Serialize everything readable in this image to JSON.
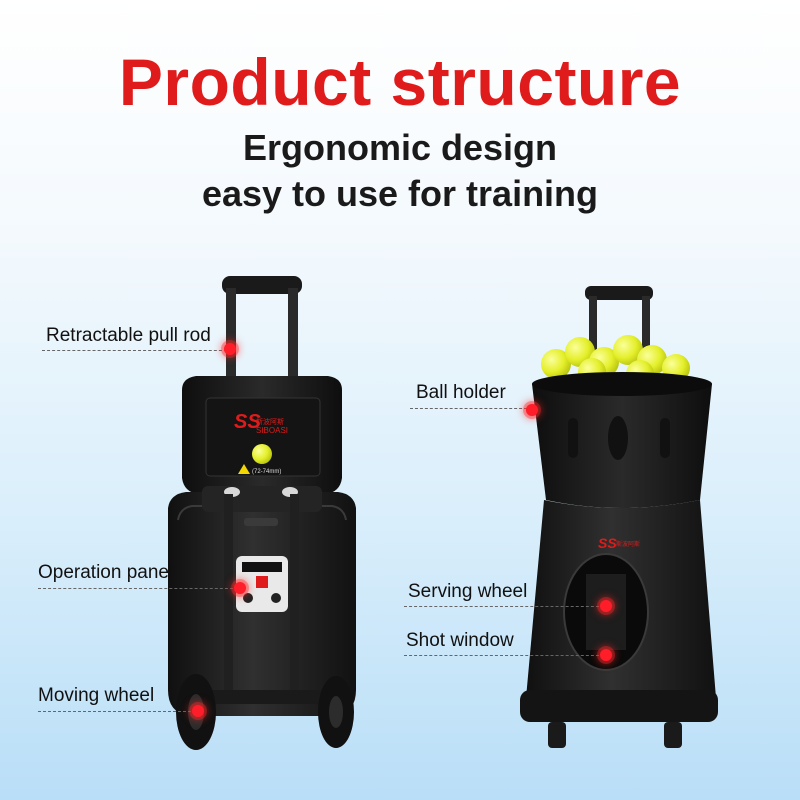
{
  "header": {
    "title": "Product structure",
    "subtitle_line1": "Ergonomic design",
    "subtitle_line2": "easy to use for training"
  },
  "labels": {
    "pull_rod": "Retractable pull rod",
    "operation_panel": "Operation panel",
    "moving_wheel": "Moving wheel",
    "ball_holder": "Ball holder",
    "serving_wheel": "Serving wheel",
    "shot_window": "Shot window"
  },
  "brand": {
    "logo_text": "SS",
    "name_text": "SIBOASI",
    "size_note": "(72-74mm)"
  },
  "colors": {
    "title": "#e01b1b",
    "machine_body": "#1c1c1c",
    "accent_red": "#ff1d2a",
    "ball": "#e6f23a"
  }
}
